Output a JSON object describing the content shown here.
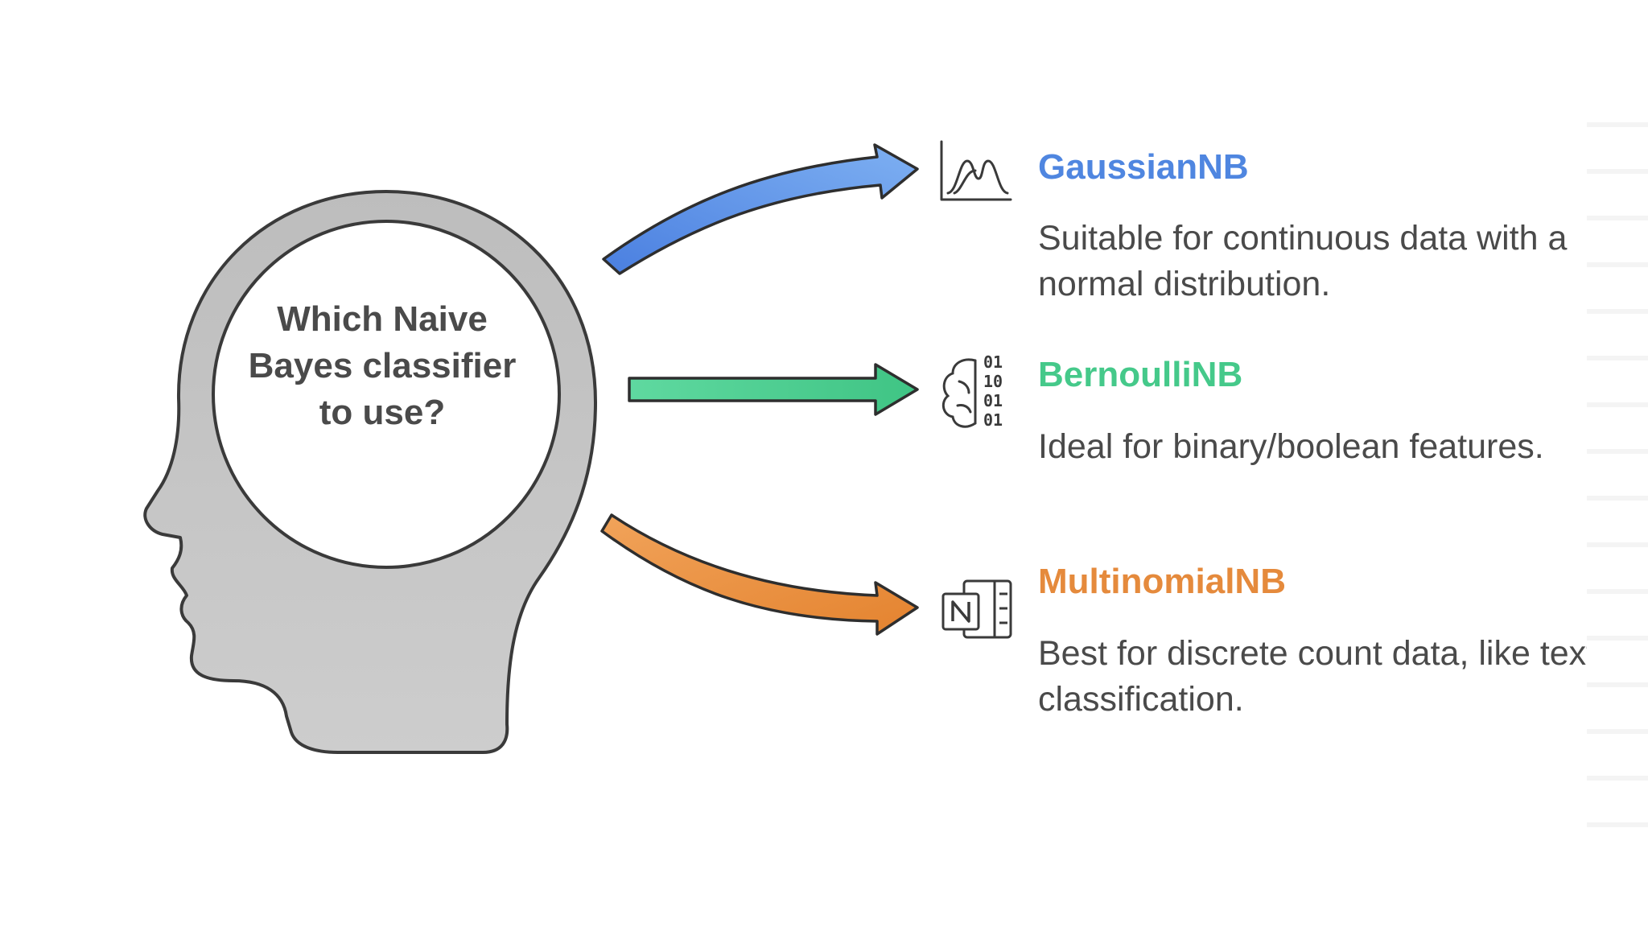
{
  "center": {
    "question": "Which Naive Bayes classifier to use?"
  },
  "options": [
    {
      "name": "GaussianNB",
      "description": "Suitable for continuous data with a normal distribution.",
      "color": "#4f86e0",
      "icon": "bell-curve-icon"
    },
    {
      "name": "BernoulliNB",
      "description": "Ideal for binary/boolean features.",
      "color": "#45c98a",
      "icon": "brain-binary-icon"
    },
    {
      "name": "MultinomialNB",
      "description": "Best for discrete count data, like text classification.",
      "color": "#e58a3c",
      "icon": "notebook-icon"
    }
  ],
  "colors": {
    "head_fill": "#c9c9c9",
    "head_stroke": "#3a3a3a",
    "circle_fill": "#ffffff",
    "text": "#4a4a4a"
  }
}
